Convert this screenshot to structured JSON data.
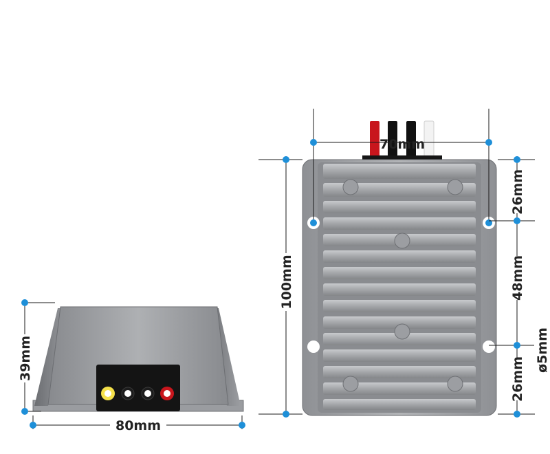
{
  "dimensions": {
    "front_height": "39mm",
    "front_width": "80mm",
    "top_hole_spacing": "70mm",
    "top_length": "100mm",
    "seg_top": "26mm",
    "seg_middle": "48mm",
    "seg_bottom": "26mm",
    "hole_diameter": "ø5mm"
  },
  "colors": {
    "accent": "#1e8fd8",
    "dim_line": "#1a1a1a",
    "housing": "#a3a5a8",
    "housing_dark": "#7c7e82",
    "terminal_panel": "#141414",
    "wire_red": "#c8161d",
    "wire_black": "#111111",
    "wire_white": "#f3f3f3",
    "terminal_yellow": "#f4e04a"
  },
  "icons": {
    "dimension_marker": "dot-marker"
  }
}
